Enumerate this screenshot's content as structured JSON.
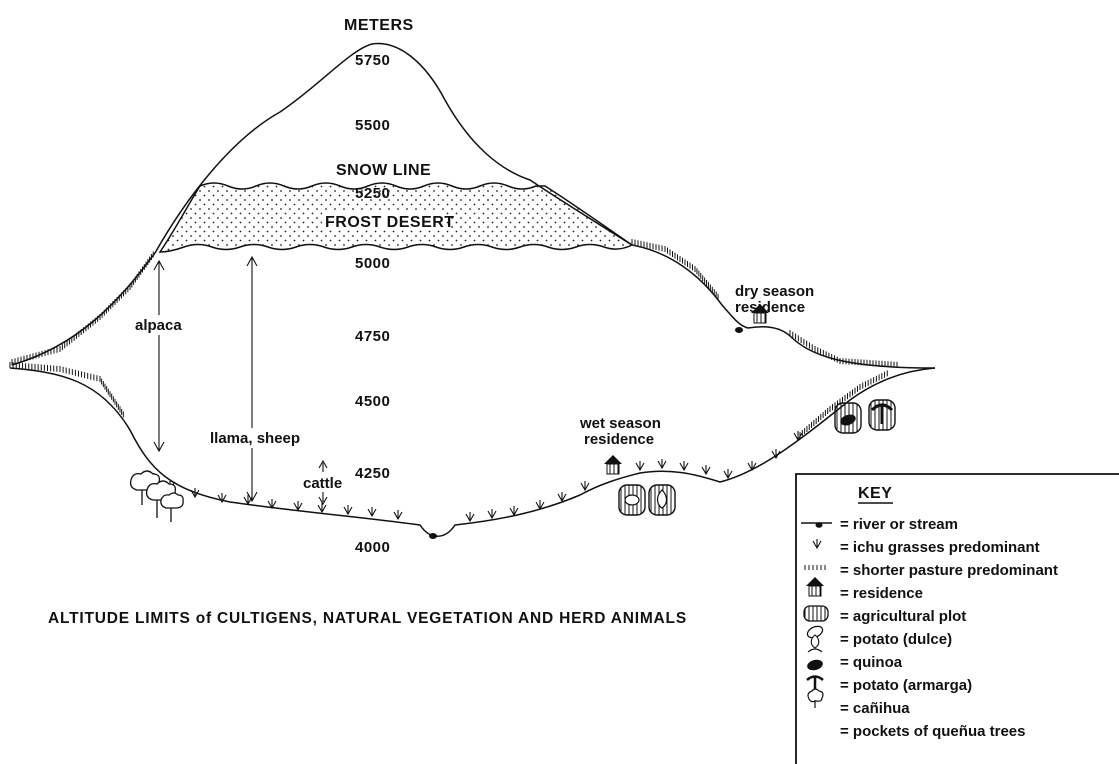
{
  "scale_title": "METERS",
  "altitudes": [
    "5750",
    "5500",
    "5250",
    "5000",
    "4750",
    "4500",
    "4250",
    "4000"
  ],
  "zones": {
    "snow_line": "SNOW LINE",
    "frost_desert": "FROST DESERT"
  },
  "animals": {
    "alpaca": "alpaca",
    "llama_sheep": "llama, sheep",
    "cattle": "cattle"
  },
  "residences": {
    "dry": [
      "dry season",
      "residence"
    ],
    "wet": [
      "wet season",
      "residence"
    ]
  },
  "caption": "ALTITUDE LIMITS of CULTIGENS, NATURAL VEGETATION AND HERD ANIMALS",
  "key": {
    "title": "KEY",
    "items": [
      {
        "icon": "river-icon",
        "text": "= river or stream"
      },
      {
        "icon": "ichu-grass-icon",
        "text": "= ichu grasses predominant"
      },
      {
        "icon": "short-pasture-icon",
        "text": "= shorter pasture predominant"
      },
      {
        "icon": "residence-icon",
        "text": "= residence"
      },
      {
        "icon": "agricultural-plot-icon",
        "text": "= agricultural plot"
      },
      {
        "icon": "potato-dulce-icon",
        "text": "= potato (dulce)"
      },
      {
        "icon": "quinoa-icon",
        "text": "= quinoa"
      },
      {
        "icon": "potato-armarga-icon",
        "text": "= potato (armarga)"
      },
      {
        "icon": "canihua-icon",
        "text": "= cañihua"
      },
      {
        "icon": "quenua-tree-icon",
        "text": "= pockets of queñua trees"
      }
    ]
  }
}
